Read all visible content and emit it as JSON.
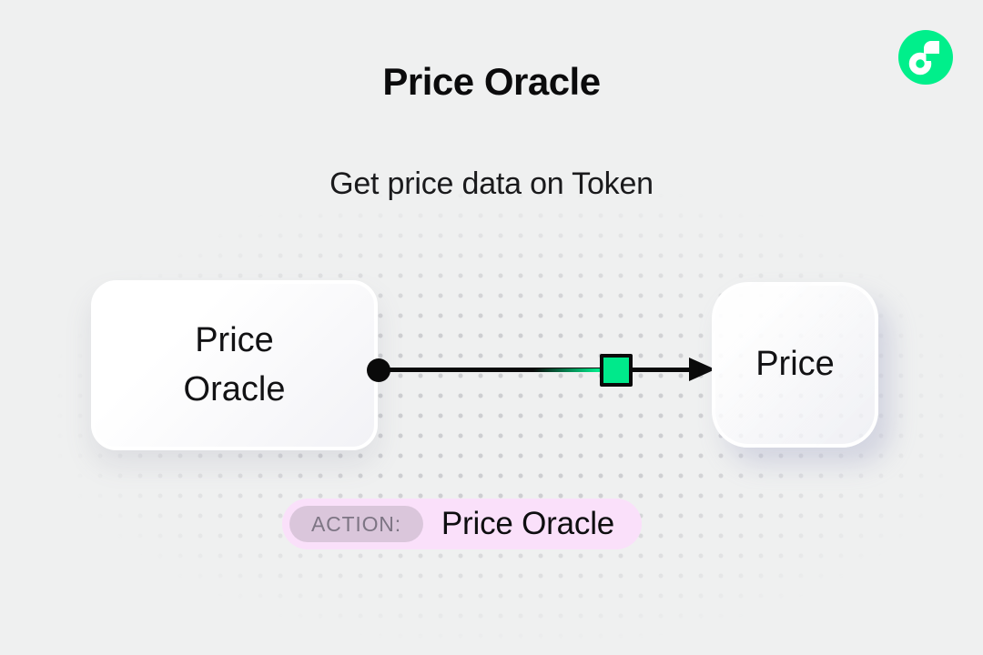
{
  "header": {
    "title": "Price Oracle",
    "subtitle": "Get price data on Token"
  },
  "brand": {
    "logo_icon": "flow-logo-icon",
    "logo_color": "#00EF8B"
  },
  "diagram": {
    "nodes": [
      {
        "id": "source",
        "label": "Price Oracle"
      },
      {
        "id": "target",
        "label": "Price"
      }
    ],
    "edge": {
      "from": "source",
      "to": "target",
      "line_color": "#0A0A0A",
      "marker": "green-square",
      "marker_color": "#00E98B"
    }
  },
  "action_badge": {
    "label": "ACTION:",
    "value": "Price Oracle",
    "badge_bg": "#FAE0FA",
    "label_bg": "#DAC6DB",
    "label_color": "#7D7584"
  },
  "colors": {
    "background": "#EFF0F0",
    "accent_green": "#00EF8B"
  }
}
